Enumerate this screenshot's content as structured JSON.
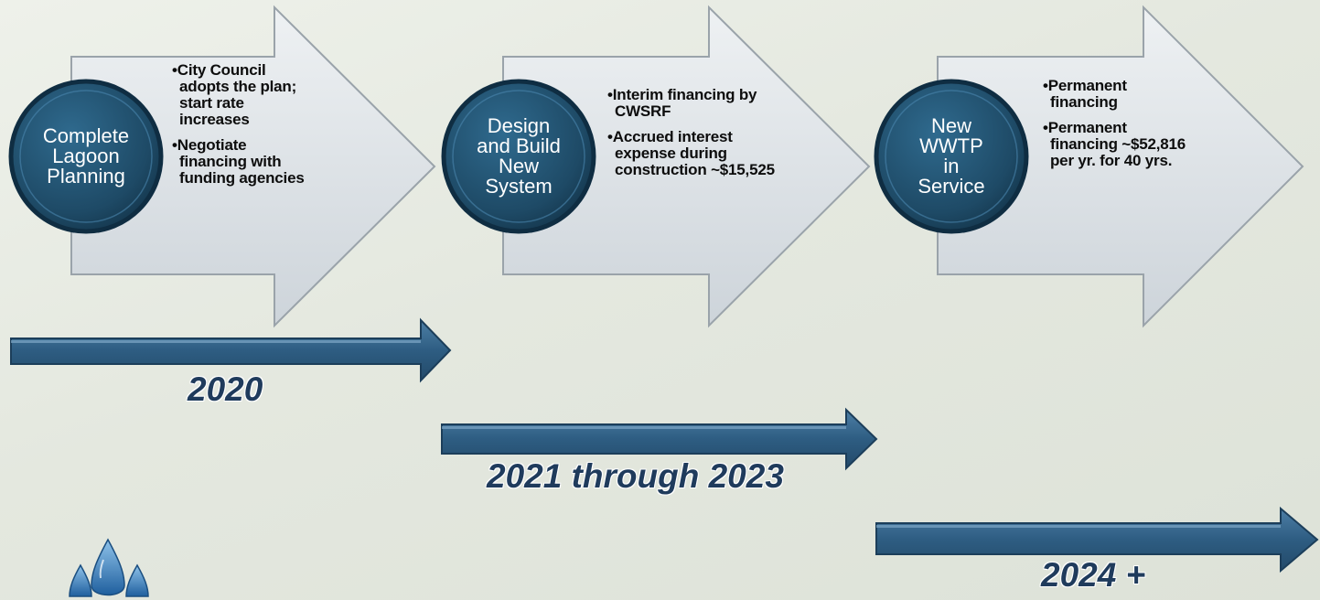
{
  "colors": {
    "circle_fill": "#1e4a66",
    "circle_rim": "#0f2d42",
    "arrow_fill": "#dfe4e8",
    "arrow_edge": "#9aa3aa",
    "timeline_fill": "#2e5d82",
    "year_text": "#1f3b5c",
    "logo_drop": "#2a6fb0"
  },
  "stages": [
    {
      "circle_label": "Complete\nLagoon\nPlanning",
      "bullets": [
        "City Council adopts the plan; start rate increases",
        "Negotiate financing with funding agencies"
      ]
    },
    {
      "circle_label": "Design\nand Build\nNew\nSystem",
      "bullets": [
        "Interim financing by CWSRF",
        "Accrued interest expense during construction ~$15,525"
      ]
    },
    {
      "circle_label": "New\nWWTP\nin\nService",
      "bullets": [
        "Permanent financing",
        "Permanent financing ~$52,816 per yr. for 40 yrs."
      ]
    }
  ],
  "timelines": [
    {
      "label": "2020"
    },
    {
      "label": "2021 through 2023"
    },
    {
      "label": "2024 +"
    }
  ],
  "logo": {
    "icon": "water-drops-icon"
  }
}
